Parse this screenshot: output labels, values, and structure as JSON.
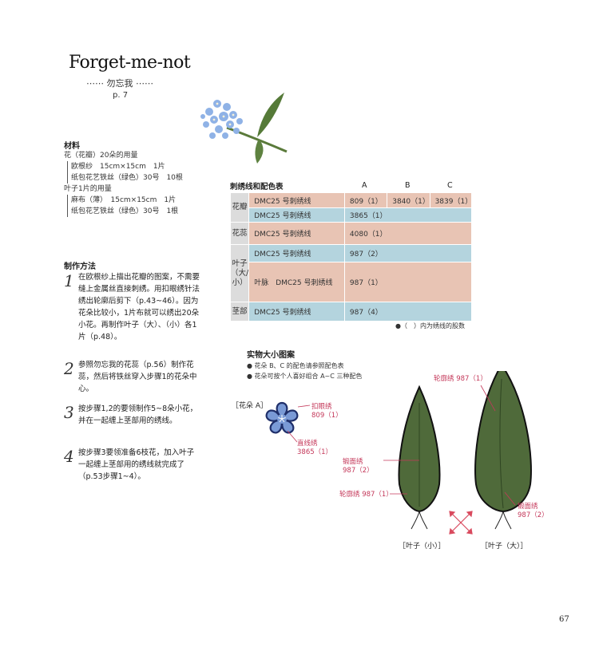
{
  "header": {
    "title": "Forget-me-not",
    "subtitle": "⋯⋯ 勿忘我 ⋯⋯",
    "page_ref": "p. 7"
  },
  "materials": {
    "heading": "材料",
    "flower_heading": "花（花瓣）20朵的用量",
    "flower_items": [
      "欧根纱　15cm×15cm　1片",
      "纸包花艺铁丝（绿色）30号　10根"
    ],
    "leaf_heading": "叶子1片的用量",
    "leaf_items": [
      "麻布（薄）　15cm×15cm　1片",
      "纸包花艺铁丝（绿色）30号　1根"
    ]
  },
  "method": {
    "heading": "制作方法",
    "steps": [
      {
        "num": "1",
        "text": "在欧根纱上描出花瓣的图案，不需要缝上金属丝直接刺绣。用扣眼绣针法绣出轮廓后剪下（p.43~46）。因为花朵比较小，1片布就可以绣出20朵小花。再制作叶子（大）、（小）各1片（p.48）。"
      },
      {
        "num": "2",
        "text": "参照勿忘我的花蕊（p.56）制作花蕊，然后将铁丝穿入步骤1的花朵中心。"
      },
      {
        "num": "3",
        "text": "按步骤1,2的要领制作5~8朵小花，并在一起缠上茎部用的绣线。"
      },
      {
        "num": "4",
        "text": "按步骤3要领准备6枝花，加入叶子一起缠上茎部用的绣线就完成了（p.53步骤1~4）。"
      }
    ]
  },
  "thread_table": {
    "title": "刺绣线和配色表",
    "columns": [
      "A",
      "B",
      "C"
    ],
    "groups": {
      "petal": "花瓣",
      "stamen": "花蕊",
      "leaf": "叶子（大/小）",
      "stem": "茎部"
    },
    "rows": [
      {
        "desc": "DMC25 号刺绣线",
        "a": "809（1）",
        "b": "3840（1）",
        "c": "3839（1）"
      },
      {
        "desc": "DMC25 号刺绣线",
        "a": "3865（1）"
      },
      {
        "desc": "DMC25 号刺绣线",
        "a": "4080（1）"
      },
      {
        "desc": "DMC25 号刺绣线",
        "a": "987（2）"
      },
      {
        "desc": "叶脉　DMC25 号刺绣线",
        "a": "987（1）"
      },
      {
        "desc": "DMC25 号刺绣线",
        "a": "987（4）"
      }
    ],
    "note": "●（　）内为绣线的股数"
  },
  "actual_size": {
    "heading": "实物大小图案",
    "notes": [
      "● 花朵 B、C 的配色请参照配色表",
      "● 花朵可按个人喜好组合 A~C 三种配色"
    ],
    "flower_label": "［花朵 A］",
    "flower_callouts": [
      {
        "name": "扣眼绣",
        "value": "809（1）"
      },
      {
        "name": "直线绣",
        "value": "3865（1）"
      }
    ],
    "small_leaf": {
      "label": "［叶子（小）］",
      "callouts": [
        {
          "name": "锻面绣",
          "value": "987（2）"
        },
        {
          "name": "轮廓绣 987（1）"
        }
      ]
    },
    "large_leaf": {
      "label": "［叶子（大）］",
      "callouts": [
        {
          "name": "轮廓绣 987（1）"
        },
        {
          "name": "锻面绣",
          "value": "987（2）"
        }
      ]
    }
  },
  "colors": {
    "pink_cell": "#e8c4b4",
    "blue_cell": "#b4d4de",
    "leaf_green": "#4f6a3a",
    "callout_red": "#c4385a",
    "flower_blue": "#7a9ad6"
  },
  "footer": {
    "page_number": "67"
  }
}
